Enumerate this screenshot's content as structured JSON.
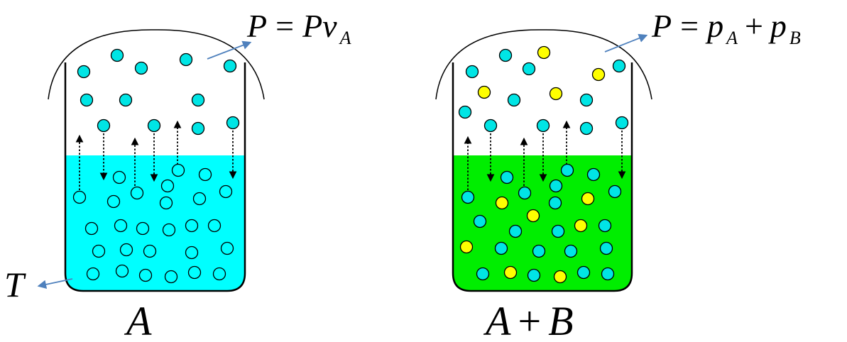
{
  "colors": {
    "liquid_A": "#00ffff",
    "liquid_AB": "#00ee00",
    "molecule_A": "#00e5e5",
    "molecule_B": "#ffff00",
    "pointer_arrow": "#4f81bd",
    "outline": "#000000"
  },
  "labels": {
    "left_pressure": {
      "P": "P",
      "eq": "=",
      "rhs": "Pv",
      "sub": "A"
    },
    "right_pressure": {
      "P": "P",
      "eq": "=",
      "p1": "p",
      "sub1": "A",
      "plus": "+",
      "p2": "p",
      "sub2": "B"
    },
    "temperature": "T",
    "left_title": "A",
    "right_title": {
      "a": "A",
      "plus": "+",
      "b": "B"
    }
  }
}
